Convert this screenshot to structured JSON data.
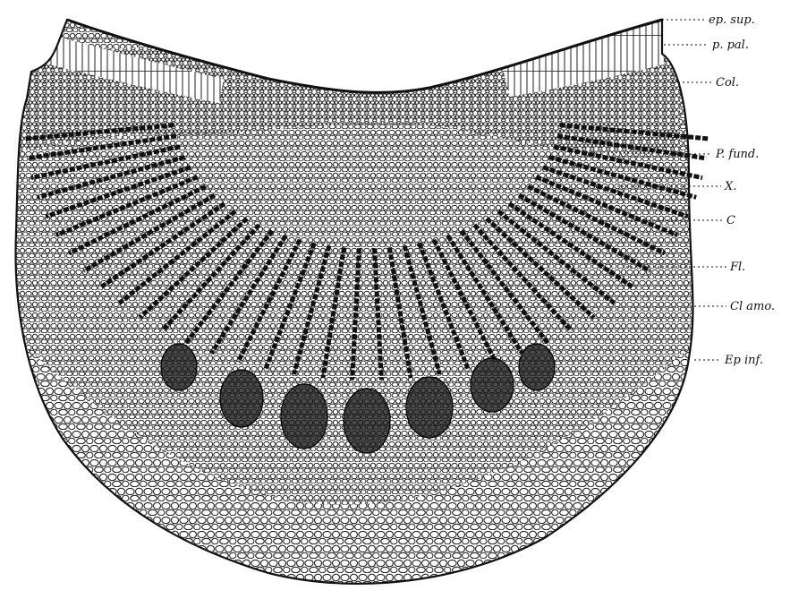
{
  "figure": {
    "labels": [
      {
        "id": "ep-sup",
        "text": "ep. sup."
      },
      {
        "id": "p-pal",
        "text": "p. pal."
      },
      {
        "id": "col",
        "text": "Col."
      },
      {
        "id": "p-fund",
        "text": "P. fund."
      },
      {
        "id": "x",
        "text": "X."
      },
      {
        "id": "c",
        "text": "C"
      },
      {
        "id": "fl",
        "text": "Fl."
      },
      {
        "id": "cl-amo",
        "text": "Cl amo."
      },
      {
        "id": "ep-inf",
        "text": "Ep inf."
      }
    ]
  }
}
